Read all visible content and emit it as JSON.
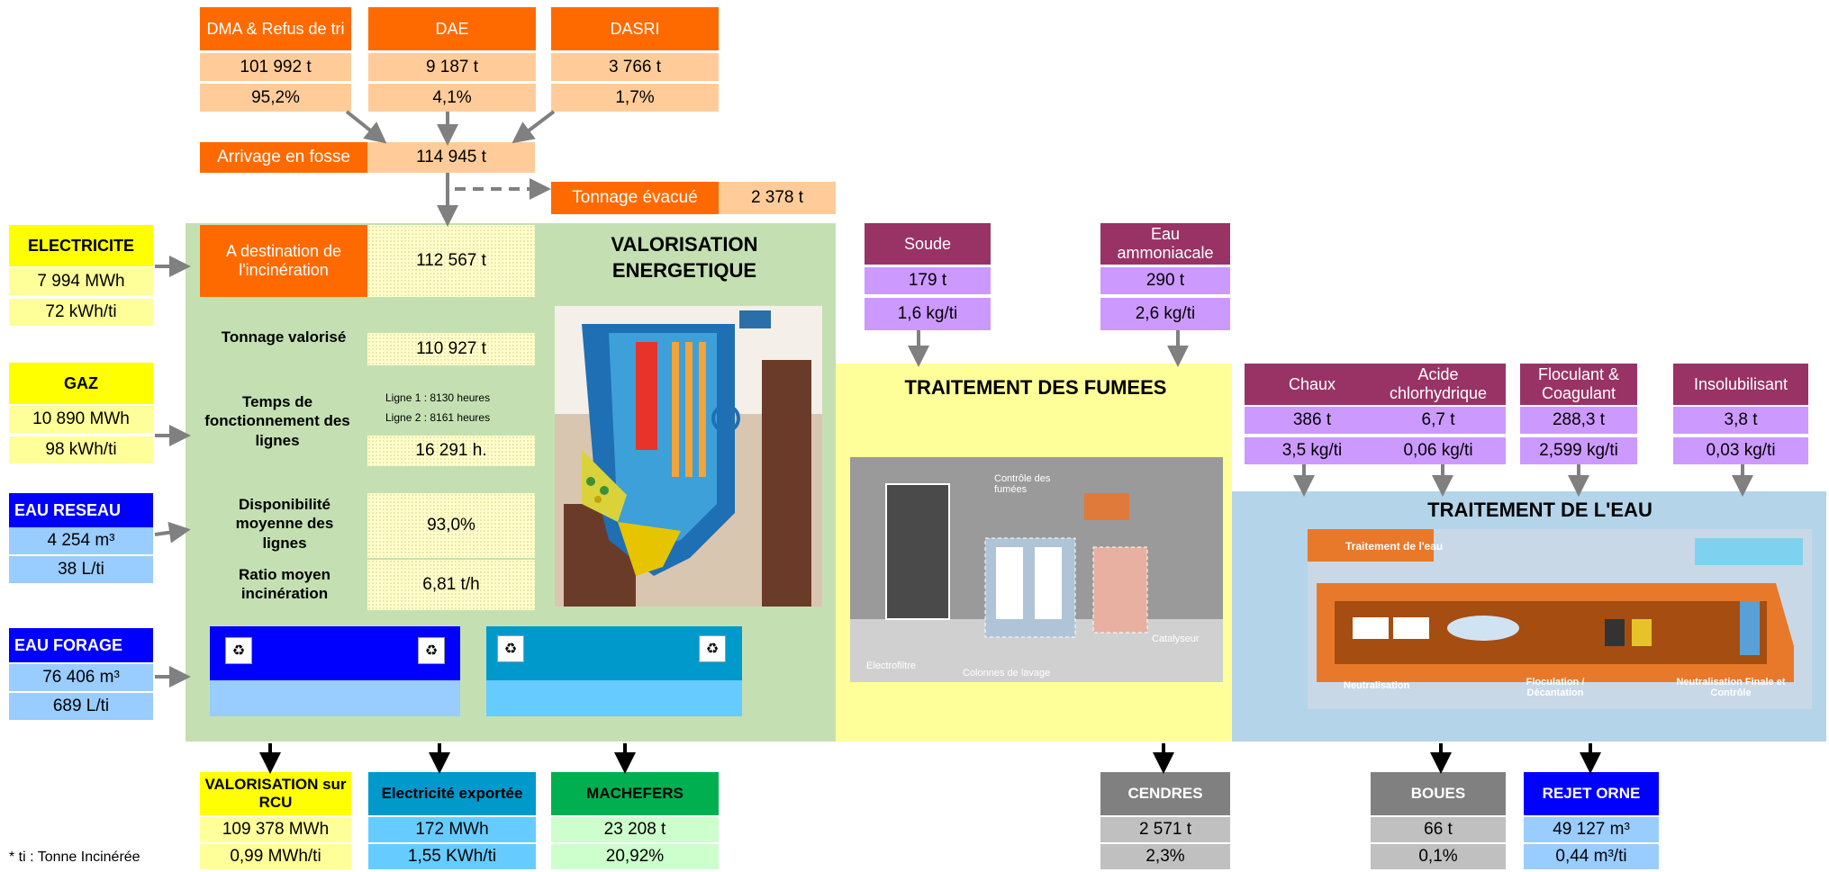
{
  "inputs_top": {
    "dma": {
      "label": "DMA & Refus de tri",
      "tonnage": "101 992 t",
      "pct": "95,2%"
    },
    "dae": {
      "label": "DAE",
      "tonnage": "9 187 t",
      "pct": "4,1%"
    },
    "dasri": {
      "label": "DASRI",
      "tonnage": "3 766 t",
      "pct": "1,7%"
    }
  },
  "arrivage": {
    "label": "Arrivage en fosse",
    "value": "114 945 t"
  },
  "evacue": {
    "label": "Tonnage évacué",
    "value": "2 378 t"
  },
  "energies": {
    "electricite": {
      "label": "ELECTRICITE",
      "v1": "7 994 MWh",
      "v2": "72 kWh/ti"
    },
    "gaz": {
      "label": "GAZ",
      "v1": "10 890 MWh",
      "v2": "98 kWh/ti"
    },
    "eau_reseau": {
      "label": "EAU RESEAU",
      "v1": "4 254 m³",
      "v2": "38 L/ti"
    },
    "eau_forage": {
      "label": "EAU FORAGE",
      "v1": "76 406 m³",
      "v2": "689 L/ti"
    }
  },
  "valorisation": {
    "title": "VALORISATION ENERGETIQUE",
    "destination_label": "A destination de l'incinération",
    "destination_value": "112 567 t",
    "tonnage_label": "Tonnage valorisé",
    "tonnage_value": "110 927 t",
    "temps_label": "Temps de fonctionnement des lignes",
    "ligne1": "Ligne 1 : 8130 heures",
    "ligne2": "Ligne 2 : 8161 heures",
    "temps_value": "16 291 h.",
    "dispo_label": "Disponibilité moyenne des lignes",
    "dispo_value": "93,0%",
    "ratio_label": "Ratio moyen incinération",
    "ratio_value": "6,81 t/h"
  },
  "fumees": {
    "title": "TRAITEMENT DES FUMEES",
    "soude": {
      "label": "Soude",
      "v1": "179 t",
      "v2": "1,6 kg/ti"
    },
    "eau_ammoniacale": {
      "label": "Eau ammoniacale",
      "v1": "290 t",
      "v2": "2,6 kg/ti"
    },
    "image_labels": {
      "controle": "Contrôle des fumées",
      "electrofiltre": "Electrofiltre",
      "colonnes": "Colonnes de lavage",
      "catalyseur": "Catalyseur"
    }
  },
  "eau": {
    "title": "TRAITEMENT DE L'EAU",
    "chaux": {
      "label": "Chaux",
      "v1": "386 t",
      "v2": "3,5 kg/ti"
    },
    "acide": {
      "label": "Acide chlorhydrique",
      "v1": "6,7 t",
      "v2": "0,06 kg/ti"
    },
    "floculant": {
      "label": "Floculant & Coagulant",
      "v1": "288,3 t",
      "v2": "2,599 kg/ti"
    },
    "insolubilisant": {
      "label": "Insolubilisant",
      "v1": "3,8 t",
      "v2": "0,03 kg/ti"
    },
    "image_labels": {
      "banner": "Traitement de l'eau",
      "neutralisation": "Neutralisation",
      "floculation": "Floculation / Décantation",
      "finale": "Neutralisation Finale et Contrôle"
    }
  },
  "outputs": {
    "rcu": {
      "label": "VALORISATION sur RCU",
      "v1": "109 378 MWh",
      "v2": "0,99 MWh/ti"
    },
    "elec": {
      "label": "Electricité exportée",
      "v1": "172 MWh",
      "v2": "1,55 KWh/ti"
    },
    "machefers": {
      "label": "MACHEFERS",
      "v1": "23 208 t",
      "v2": "20,92%"
    },
    "cendres": {
      "label": "CENDRES",
      "v1": "2 571 t",
      "v2": "2,3%"
    },
    "boues": {
      "label": "BOUES",
      "v1": "66 t",
      "v2": "0,1%"
    },
    "rejet": {
      "label": "REJET ORNE",
      "v1": "49 127 m³",
      "v2": "0,44  m³/ti"
    }
  },
  "footnote": "* ti : Tonne Incinérée",
  "colors": {
    "orange": "#ff6a00",
    "peach": "#ffcc99",
    "green_zone": "#c4e0b2",
    "yellow_zone": "#ffff99",
    "blue_zone": "#b4d4ea",
    "maroon": "#993366",
    "lilac": "#cc99ff"
  }
}
